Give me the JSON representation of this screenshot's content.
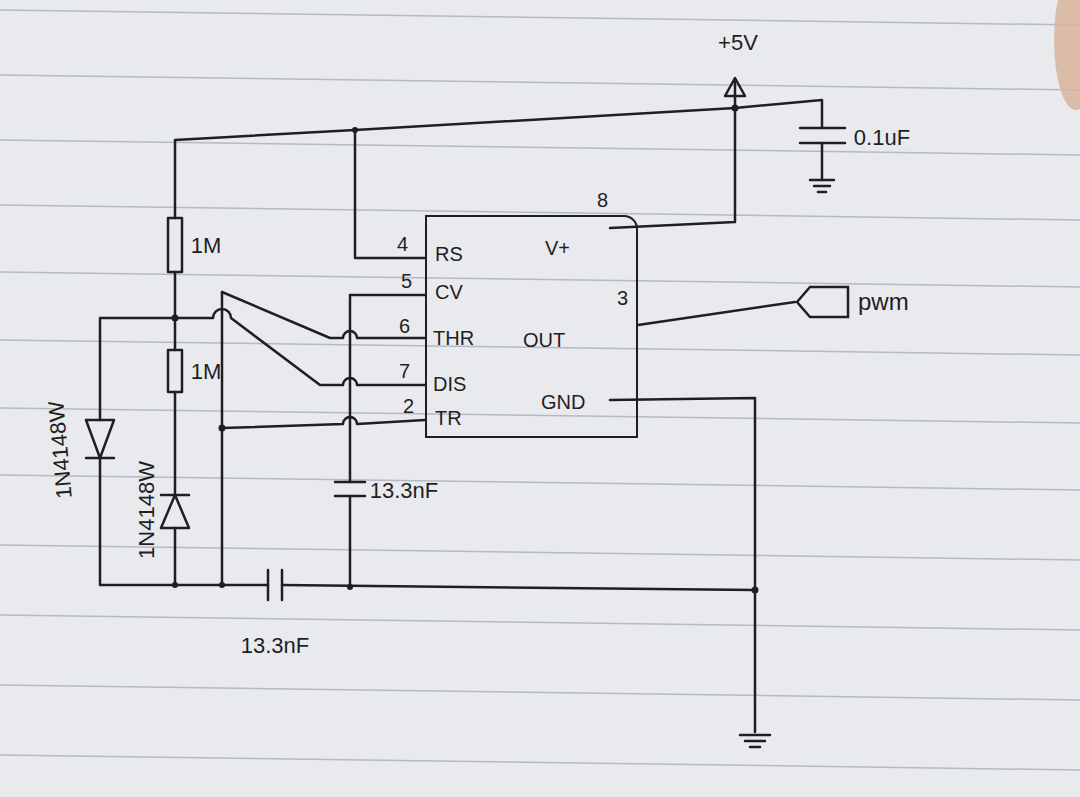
{
  "diagram": {
    "nodes": [
      {
        "text": [
          "4",
          "RS",
          "5",
          "CV",
          "6",
          "THR",
          "7",
          "DIS",
          "2",
          "TR",
          "8",
          "V+",
          "3",
          "OUT",
          "GND"
        ]
      },
      {
        "text": [
          "pwm"
        ]
      }
    ],
    "edges": [
      {
        "from": 0,
        "to": 1,
        "arrow": "none"
      }
    ],
    "labels": [
      "+5V",
      "0.1uF",
      "1M",
      "1M",
      "1N4148W",
      "1N4148W",
      "13.3nF",
      "13.3nF"
    ]
  }
}
